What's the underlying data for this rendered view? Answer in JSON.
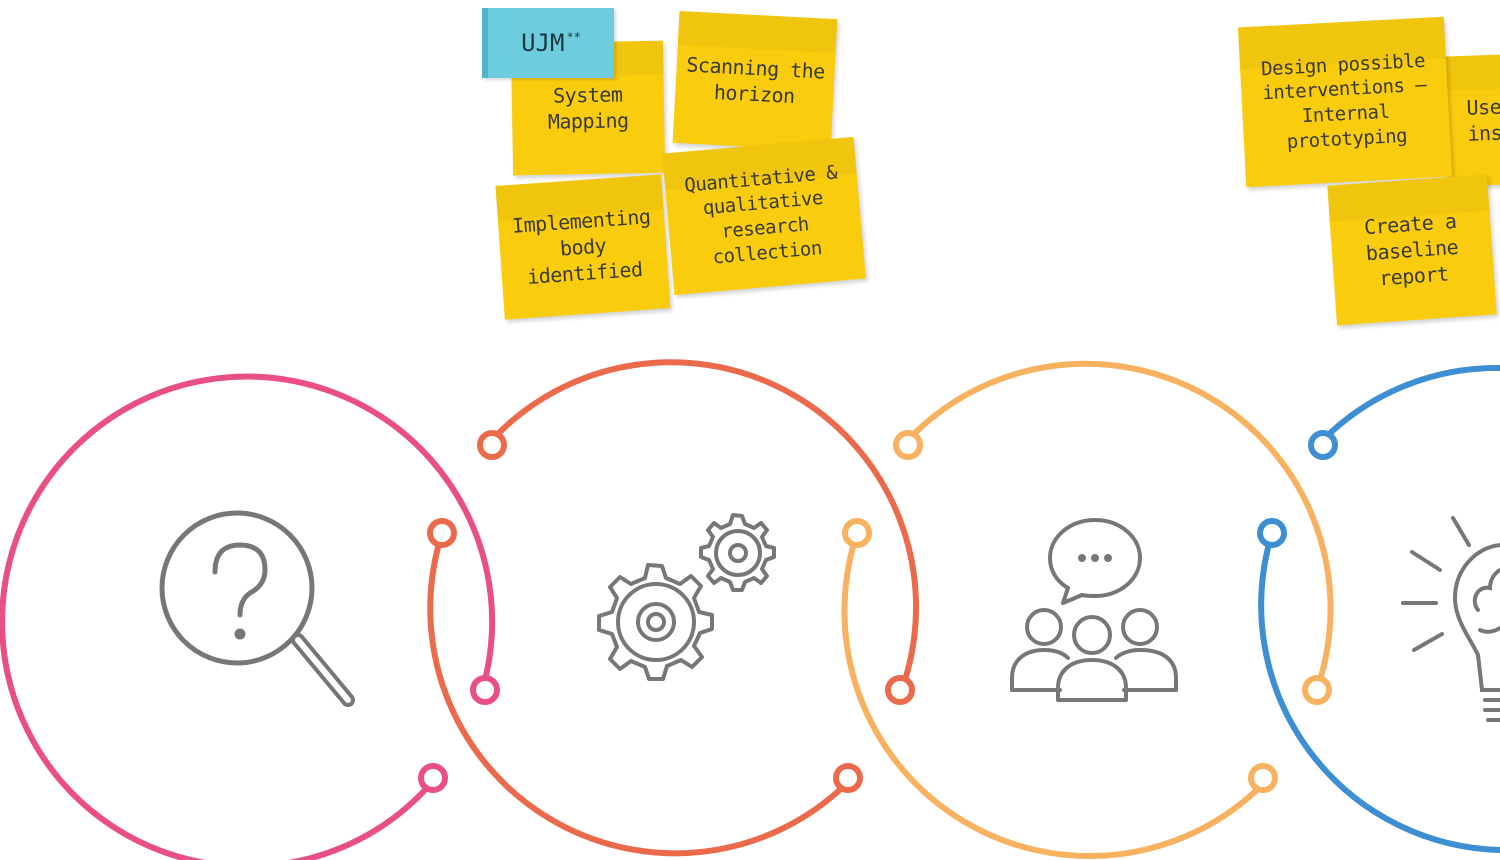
{
  "notes": {
    "system_mapping": "System\nMapping",
    "scanning_horizon": "Scanning the\nhorizon",
    "implementing_body": "Implementing\nbody identified",
    "quant_qual": "Quantitative &\nqualitative\nresearch collection",
    "design_interventions": "Design possible\ninterventions –\nInternal prototyping",
    "create_baseline": "Create a\nbaseline report",
    "partial_note": "Use\nins"
  },
  "tag": {
    "label": "UJM",
    "marker": "**"
  },
  "colors": {
    "pink": "#e94f86",
    "red_orange": "#ec6a4c",
    "light_orange": "#f8b15f",
    "blue": "#3d8ed2",
    "icon_gray": "#777777",
    "sticky_yellow": "#f9cd0e",
    "tag_blue": "#6dcddf"
  },
  "icons": [
    "question-magnifier-icon",
    "gears-icon",
    "group-discussion-icon",
    "lightbulb-brain-icon"
  ]
}
